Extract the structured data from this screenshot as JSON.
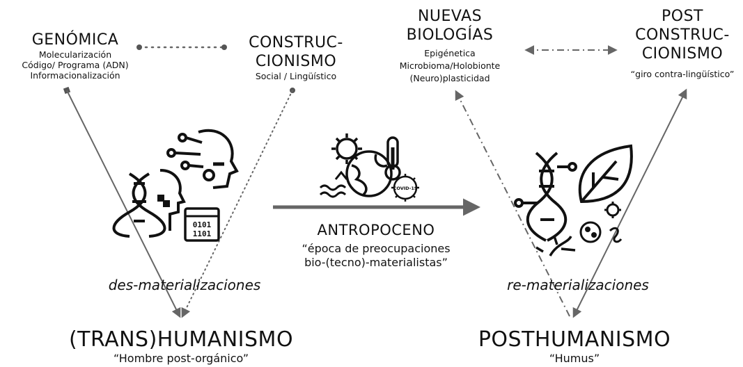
{
  "genomica": {
    "title": "GENÓMICA",
    "lines": [
      "Molecularización",
      "Código/ Programa (ADN)",
      "Informacionalización"
    ]
  },
  "construccionismo": {
    "title1": "CONSTRUC-",
    "title2": "CIONISMO",
    "sub": "Social / Lingüístico"
  },
  "nuevas": {
    "title1": "NUEVAS",
    "title2": "BIOLOGÍAS",
    "lines": [
      "Epigénetica",
      "Microbioma/Holobionte",
      "(Neuro)plasticidad"
    ]
  },
  "post": {
    "title1": "POST",
    "title2": "CONSTRUC-",
    "title3": "CIONISMO",
    "sub": "“giro contra-lingüístico”"
  },
  "antropoceno": {
    "title": "ANTROPOCENO",
    "line1": "“época de preocupaciones",
    "line2": "bio-(tecno)-materialistas”"
  },
  "desmat": "des-materializaciones",
  "remat": "re-materializaciones",
  "transhumanismo": {
    "title": "(TRANS)HUMANISMO",
    "sub": "“Hombre post-orgánico”"
  },
  "posthumanismo": {
    "title": "POSTHUMANISMO",
    "sub": "“Humus”"
  },
  "icons": {
    "binary1": "0101",
    "binary2": "1101",
    "covid": "COVID-19"
  },
  "colors": {
    "arrow": "#666666",
    "text": "#111111"
  }
}
